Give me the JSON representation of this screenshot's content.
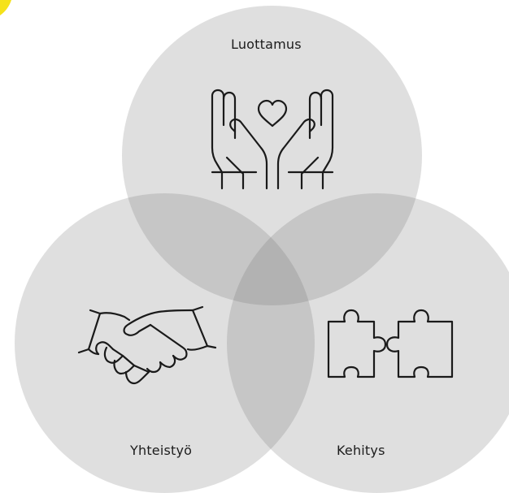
{
  "diagram": {
    "top": {
      "label": "Luottamus",
      "icon": "hands-heart-icon"
    },
    "left": {
      "label": "Yhteistyö",
      "icon": "handshake-icon"
    },
    "right": {
      "label": "Kehitys",
      "icon": "puzzle-icon"
    }
  },
  "colors": {
    "circle_fill": "#6e6e6e",
    "accent_mark": "#f5e21b",
    "line": "#1a1a1a"
  }
}
